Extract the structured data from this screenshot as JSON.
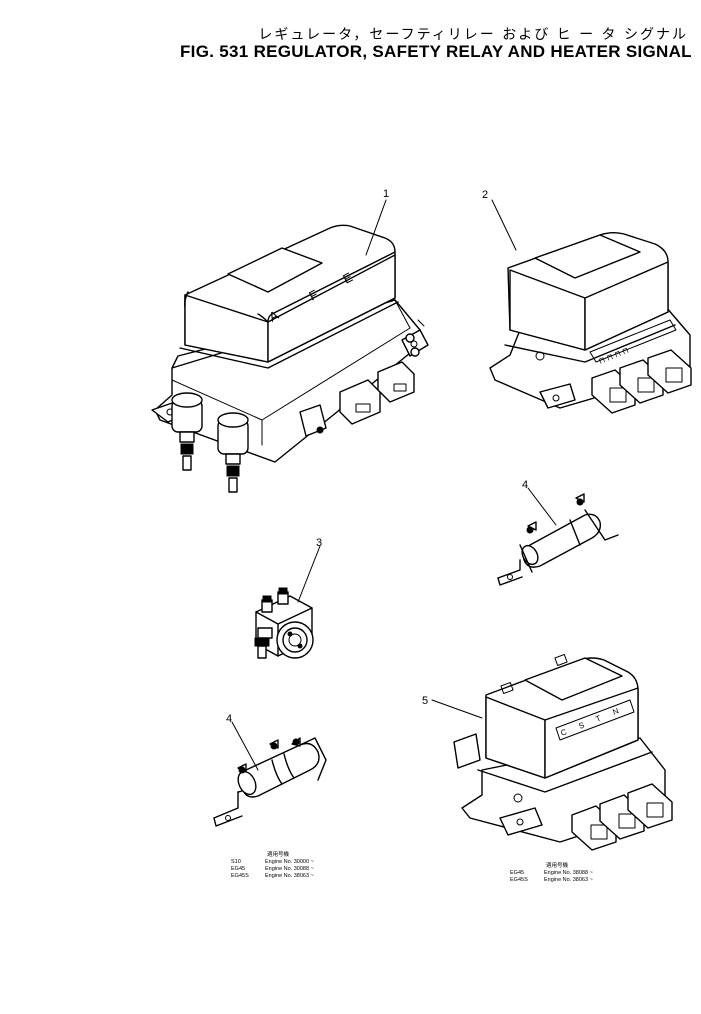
{
  "header": {
    "title_jp": "レギュレータ，セーフティリレー および ヒ ー タ シグナル",
    "title_en": "FIG. 531  REGULATOR, SAFETY RELAY AND HEATER SIGNAL"
  },
  "callouts": {
    "regulator": "1",
    "safety_relay": "2",
    "switch": "3",
    "heater_signal_upper": "4",
    "heater_signal_lower": "4",
    "relay_lower": "5"
  },
  "regulator_terminals": {
    "a": "A",
    "f": "F",
    "e": "E"
  },
  "relay_lower_terminals": {
    "c": "C",
    "s": "S",
    "t": "T",
    "n": "N"
  },
  "applicability_left": {
    "header": "適用号機",
    "rows": [
      {
        "model": "S10",
        "engine": "Engine No. 30000 ~"
      },
      {
        "model": "EG45",
        "engine": "Engine No. 30088 ~"
      },
      {
        "model": "EG45S",
        "engine": "Engine No. 38063 ~"
      }
    ]
  },
  "applicability_right": {
    "header": "適用号機",
    "rows": [
      {
        "model": "EG45",
        "engine": "Engine No. 38088 ~"
      },
      {
        "model": "EG45S",
        "engine": "Engine No. 38063 ~"
      }
    ]
  }
}
